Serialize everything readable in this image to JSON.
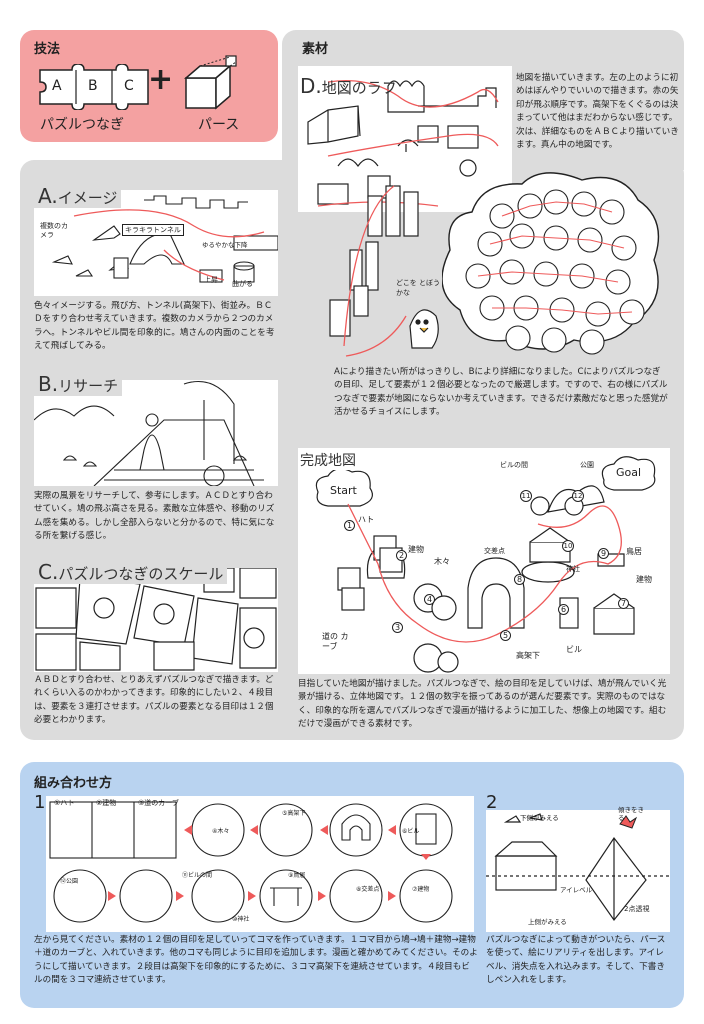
{
  "technique": {
    "title": "技法",
    "puzzle_letters": [
      "A",
      "B",
      "C"
    ],
    "plus": "+",
    "puzzle_label": "パズルつなぎ",
    "perspective_label": "パース"
  },
  "materials": {
    "title": "素材",
    "d": {
      "title_letter": "D.",
      "title_text": "地図のラフ",
      "description": "地図を描いていきます。左の上のように初めはぼんやりでいいので描きます。赤の矢印が飛ぶ順序です。高架下をくぐるのは決まっていて他はまだわからない感じです。次は、詳細なものをＡＢＣより描いていきます。真ん中の地図です。",
      "bird_caption": "どこを とぼうかな",
      "below": "Aにより描きたい所がはっきりし、Bにより詳細になりました。Cによりパズルつなぎの目印、足して要素が１２個必要となったので厳選します。ですので、右の様にパズルつなぎで要素が地図にならないか考えていきます。できるだけ素敵だなと思った感覚が活かせるチョイスにします。"
    },
    "a": {
      "title_letter": "A.",
      "title_text": "イメージ",
      "annotation_camera": "複数のカメラ",
      "annotation_tunnel": "キラキラトンネル",
      "annotation_down": "ゆるやかな下降",
      "annotation_up": "上昇",
      "annotation_curve": "曲がる",
      "description": "色々イメージする。飛び方、トンネル(高架下)、街並み。ＢＣＤをすり合わせ考えていきます。複数のカメラから２つのカメラへ。トンネルやビル間を印象的に。鳩さんの内面のことを考えて飛ばしてみる。"
    },
    "b": {
      "title_letter": "B.",
      "title_text": "リサーチ",
      "description": "実際の風景をリサーチして、参考にします。ＡＣＤとすり合わせていく。鳩の飛ぶ高さを見る。素敵な立体感や、移動のリズム感を集める。しかし全部入らないと分かるので、特に気になる所を繋げる感じ。"
    },
    "c": {
      "title_letter": "C.",
      "title_text": "パズルつなぎのスケール",
      "description": "ＡＢＤとすり合わせ、とりあえずパズルつなぎで描きます。どれくらい入るのかわかってきます。印象的にしたい２、４段目は、要素を３連打させます。パズルの要素となる目印は１２個必要とわかります。"
    },
    "complete": {
      "title": "完成地図",
      "labels": {
        "start": "Start",
        "goal": "Goal",
        "hato": "ハト",
        "building": "建物",
        "tree": "木々",
        "crossing": "交差点",
        "road_curve": "道の カーブ",
        "underpass": "高架下",
        "building_gap": "ビルの間",
        "park": "公園",
        "shrine": "神社",
        "torii": "鳥居",
        "building2": "建物",
        "bill": "ビル"
      },
      "numbers": [
        "1",
        "2",
        "3",
        "4",
        "5",
        "6",
        "7",
        "8",
        "9",
        "10",
        "11",
        "12"
      ],
      "description": "目指していた地図が描けました。パズルつなぎで、絵の目印を足していけば、鳩が飛んでいく光景が描ける、立体地図です。１２個の数字を振ってあるのが選んだ要素です。実際のものではなく、印象的な所を選んでパズルつなぎで漫画が描けるように加工した、想像上の地図です。組むだけで漫画ができる素材です。"
    }
  },
  "combination": {
    "title": "組み合わせ方",
    "step1": {
      "number": "1",
      "strip_labels": [
        "①ハト",
        "②建物",
        "③道のカーブ"
      ],
      "circle_labels": [
        "④木々",
        "⑤高架下",
        "⑥ビル",
        "⑦建物",
        "⑧交差点",
        "⑨鳥居",
        "⑩神社",
        "⑪ビルの間",
        "⑫公園"
      ],
      "description": "左から見てください。素材の１２個の目印を足していってコマを作っていきます。１コマ目から鳩→鳩＋建物→建物＋道のカーブと、入れていきます。他のコマも同じように目印を追加します。漫画と確かめてみてください。そのようにして描いていきます。２段目は高架下を印象的にするために、３コマ高架下を連続させています。４段目もビルの間を３コマ連続させています。"
    },
    "step2": {
      "number": "2",
      "labels": {
        "bottom_visible": "下側がみえる",
        "tilt": "傾きをきる",
        "eye_level": "アイレベル",
        "top_visible": "上側がみえる",
        "two_point": "2点透視"
      },
      "description": "パズルつなぎによって動きがついたら、パースを使って、絵にリアリティを出します。アイレベル、消失点を入れ込みます。そして、下書きしペン入れをします。"
    }
  },
  "colors": {
    "pink": "#f4a1a1",
    "gray": "#dcdcdc",
    "blue": "#b9d3f0",
    "red_arrow": "#ee5a5a"
  }
}
